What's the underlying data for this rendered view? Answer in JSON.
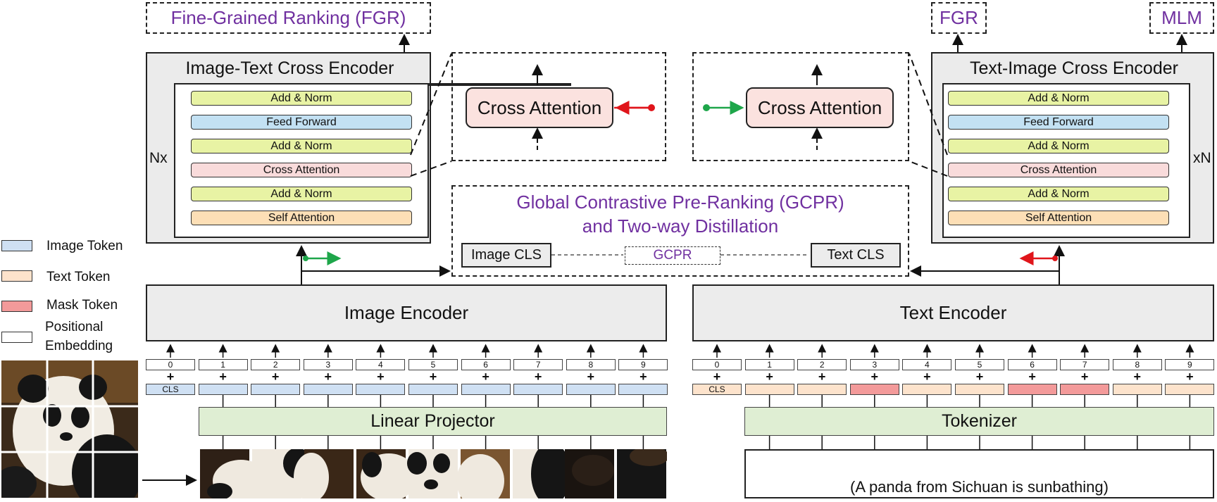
{
  "top_outputs": {
    "left": "Fine-Grained Ranking (FGR)",
    "right_fgr": "FGR",
    "right_mlm": "MLM"
  },
  "left_cross_encoder": {
    "title": "Image-Text Cross Encoder",
    "repeat": "Nx",
    "layers": [
      "Add & Norm",
      "Feed  Forward",
      "Add & Norm",
      "Cross  Attention",
      "Add & Norm",
      "Self  Attention"
    ]
  },
  "right_cross_encoder": {
    "title": "Text-Image Cross Encoder",
    "repeat": "xN",
    "layers": [
      "Add & Norm",
      "Feed  Forward",
      "Add & Norm",
      "Cross  Attention",
      "Add & Norm",
      "Self  Attention"
    ]
  },
  "zoom": {
    "left": "Cross Attention",
    "right": "Cross Attention"
  },
  "gcpr": {
    "title_line1": "Global Contrastive Pre-Ranking (GCPR)",
    "title_line2": "and Two-way Distillation",
    "image_cls": "Image CLS",
    "center": "GCPR",
    "text_cls": "Text CLS"
  },
  "legend": {
    "image_token": "Image Token",
    "text_token": "Text Token",
    "mask_token": "Mask Token",
    "pos_line1": "Positional",
    "pos_line2": "Embedding"
  },
  "image_side": {
    "encoder": "Image Encoder",
    "projector": "Linear Projector"
  },
  "text_side": {
    "encoder": "Text Encoder",
    "tokenizer": "Tokenizer",
    "caption": "(A panda from Sichuan is sunbathing)"
  },
  "tokens": {
    "positions": [
      "0",
      "1",
      "2",
      "3",
      "4",
      "5",
      "6",
      "7",
      "8",
      "9"
    ],
    "cls": "CLS",
    "text_token_types": [
      "cls",
      "text",
      "text",
      "mask",
      "text",
      "text",
      "mask",
      "mask",
      "text",
      "text"
    ]
  },
  "colors": {
    "purple": "#7030a0",
    "image_token": "#cfe0f3",
    "text_token": "#fde3cc",
    "mask_token": "#f39a9a",
    "add_norm": "#e8f3a4",
    "feed_forward": "#c3e1f3",
    "cross_attention": "#f9dbdb",
    "self_attention": "#fddfb6",
    "projector": "#dfeed3",
    "green_arrow": "#1ea64a",
    "red_arrow": "#e0151b"
  }
}
